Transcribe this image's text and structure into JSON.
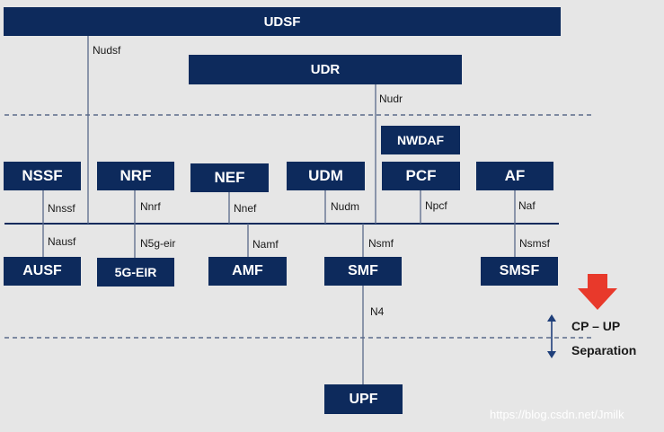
{
  "nodes": {
    "udsf": "UDSF",
    "udr": "UDR",
    "nwdaf": "NWDAF",
    "nssf": "NSSF",
    "nrf": "NRF",
    "nef": "NEF",
    "udm": "UDM",
    "pcf": "PCF",
    "af": "AF",
    "ausf": "AUSF",
    "eir": "5G-EIR",
    "amf": "AMF",
    "smf": "SMF",
    "smsf": "SMSF",
    "upf": "UPF"
  },
  "interfaces": {
    "nudsf": "Nudsf",
    "nudr": "Nudr",
    "nnssf": "Nnssf",
    "nnrf": "Nnrf",
    "nnef": "Nnef",
    "nudm": "Nudm",
    "npcf": "Npcf",
    "naf": "Naf",
    "nausf": "Nausf",
    "n5geir": "N5g-eir",
    "namf": "Namf",
    "nsmf": "Nsmf",
    "nsmsf": "Nsmsf",
    "n4": "N4"
  },
  "separation": {
    "line1": "CP – UP",
    "line2": "Separation"
  },
  "watermark": "https://blog.csdn.net/Jmilk",
  "colors": {
    "node_fill": "#0d2a5c",
    "node_text": "#ffffff",
    "bus": "#0d2a5c",
    "dashed": "#5a6a8a",
    "arrow_red": "#e8392b",
    "arrow_blue": "#1f3f7a",
    "background": "#e6e6e6"
  }
}
